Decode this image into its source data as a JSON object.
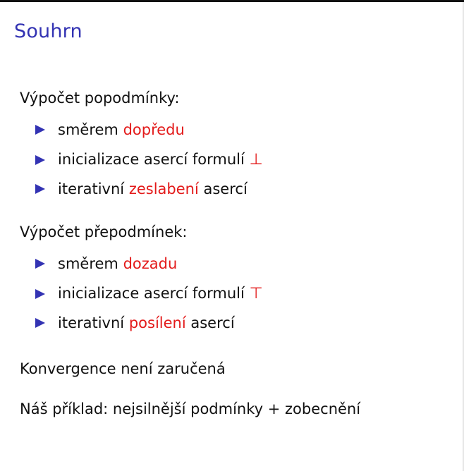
{
  "title": "Souhrn",
  "section1": {
    "heading": "Výpočet popodmínky:",
    "item1": {
      "before": "směrem",
      "highlight": "dopředu"
    },
    "item2": {
      "before": "inicializace asercí formulí",
      "symbol": "⊥"
    },
    "item3": {
      "before": "iterativní",
      "highlight": "zeslabení",
      "after": "asercí"
    }
  },
  "section2": {
    "heading": "Výpočet přepodmínek:",
    "item1": {
      "before": "směrem",
      "highlight": "dozadu"
    },
    "item2": {
      "before": "inicializace asercí formulí",
      "symbol": "⊤"
    },
    "item3": {
      "before": "iterativní",
      "highlight": "posílení",
      "after": "asercí"
    }
  },
  "convergence": "Konvergence není zaručená",
  "example": "Náš příklad: nejsilnější podmínky + zobecnění",
  "colors": {
    "title": "#3333b3",
    "bullet": "#3333b3",
    "highlight": "#e31a1a"
  },
  "icons": {
    "bullet": "triangle-bullet-icon"
  }
}
